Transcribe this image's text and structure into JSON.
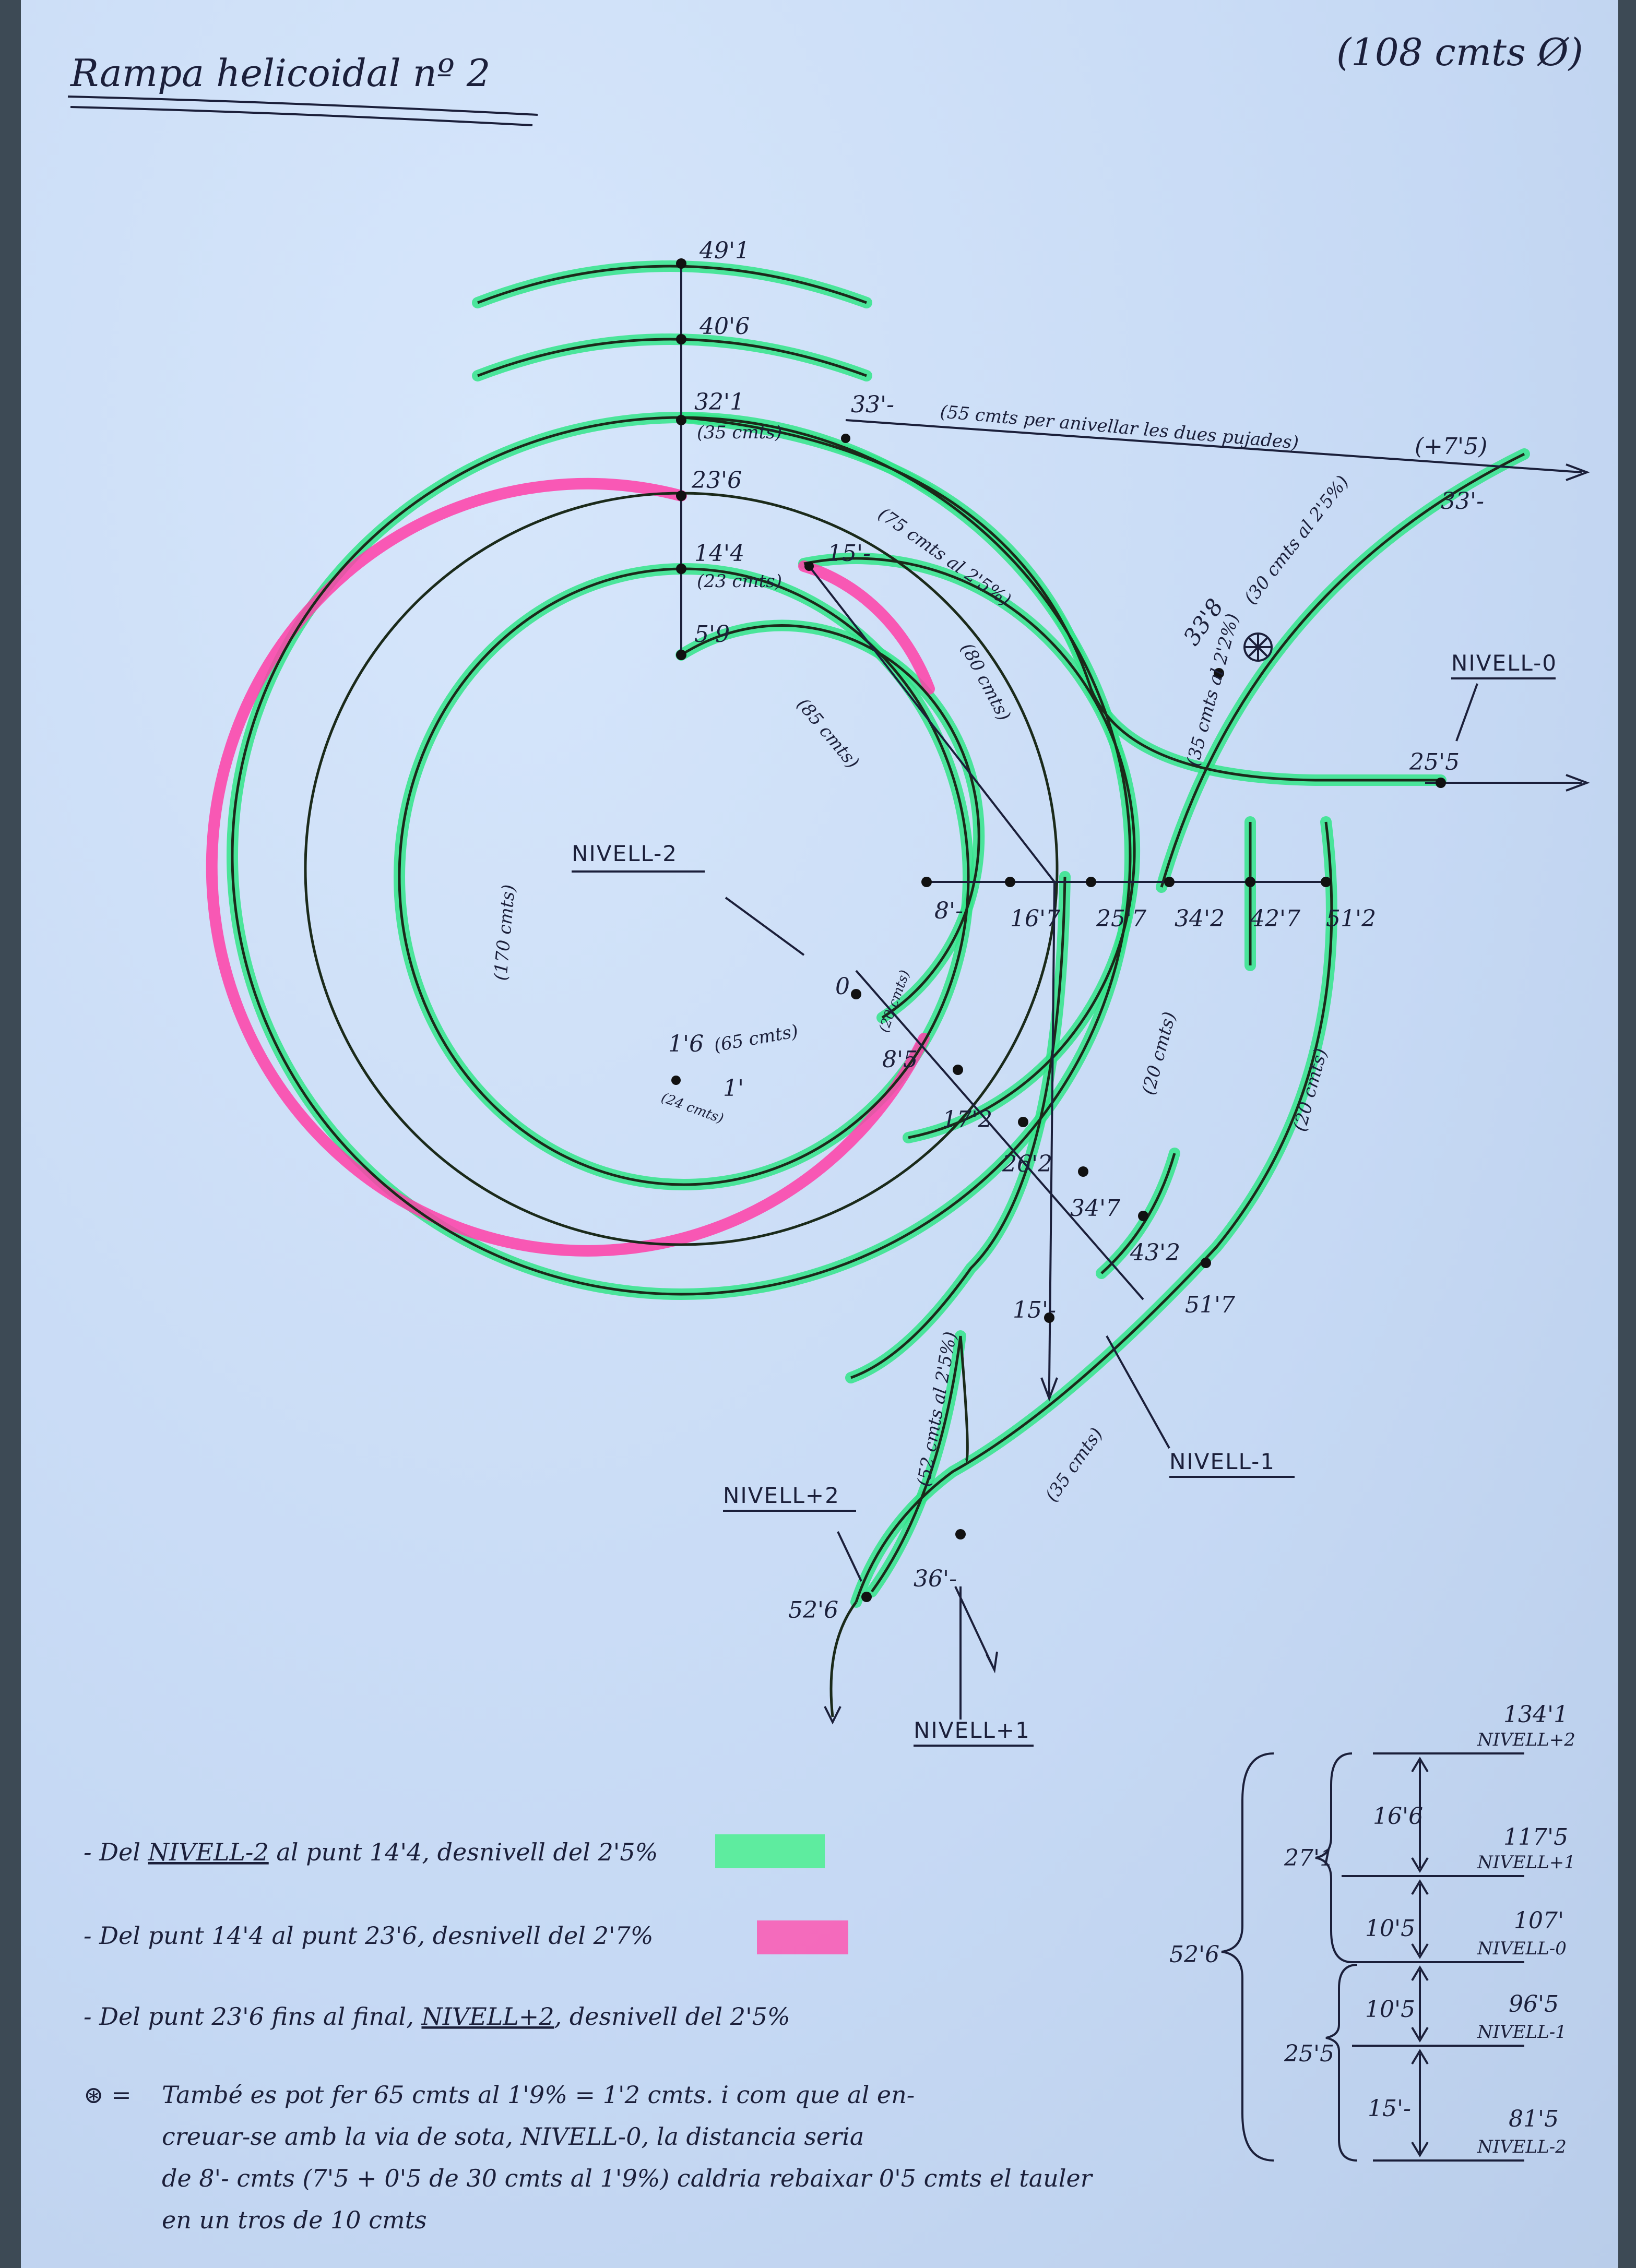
{
  "title": "Rampa helicoidal nº 2",
  "diameter_note": "(108 cmts Ø)",
  "heights": {
    "h49_1": "49'1",
    "h40_6": "40'6",
    "h32_1": "32'1",
    "h23_6": "23'6",
    "h14_4": "14'4",
    "h5_9": "5'9",
    "h15": "15'-",
    "h33a": "33'-",
    "h33b": "33'-",
    "h7_5": "(+7'5)",
    "h33_8": "33'8",
    "h25_5": "25'5",
    "h8": "8'-",
    "h16_7": "16'7",
    "h25_7": "25'7",
    "h34_2": "34'2",
    "h42_7": "42'7",
    "h51_2": "51'2",
    "h0": "0",
    "h1_6": "1'6",
    "h1": "1'",
    "h8_5": "8'5",
    "h17_2": "17'2",
    "h26_2": "26'2",
    "h34_7": "34'7",
    "h43_2": "43'2",
    "h51_7": "51'7",
    "h15b": "15'-",
    "h36": "36'-",
    "h52_6": "52'6"
  },
  "annotations": {
    "a35": "(35 cmts)",
    "a23": "(23 cmts)",
    "a55": "(55 cmts per anivellar les dues pujades)",
    "a75": "(75 cmts al 2'5%)",
    "a80": "(80 cmts)",
    "a30": "(30 cmts al 2'5%)",
    "a35b": "(35 cmts al 2'2%)",
    "a85": "(85 cmts)",
    "a170": "(170 cmts)",
    "a65": "(65 cmts)",
    "a20a": "(20 cmts)",
    "a24": "(24 cmts)",
    "a20b": "(20 cmts)",
    "a20c": "(20 cmts)",
    "a52": "(52 cmts al 2'5%)",
    "a35c": "(35 cmts)"
  },
  "levels": {
    "n_minus2": "NIVELL-2",
    "n0": "NIVELL-0",
    "n_minus1": "NIVELL-1",
    "n_plus2": "NIVELL+2",
    "n_plus1": "NIVELL+1"
  },
  "notes": [
    {
      "pre": "- Del ",
      "level": "NIVELL-2",
      "mid": " al punt 14'4, desnivell del ",
      "pct": "2'5%",
      "post": ""
    },
    {
      "pre": "- Del punt 14'4 al punt 23'6, desnivell del ",
      "level": "",
      "mid": "",
      "pct": "2'7%",
      "post": ""
    },
    {
      "pre": "- Del punt 23'6 fins al final, ",
      "level": "NIVELL+2",
      "mid": ", desnivell del 2'5%",
      "pct": "",
      "post": ""
    }
  ],
  "footnote": {
    "symbol": "⊛ =",
    "lines": [
      "També es pot fer 65 cmts al 1'9% = 1'2 cmts. i com que al en-",
      "creuar-se amb la via de sota, NIVELL-0, la distancia seria",
      "de 8'- cmts (7'5 + 0'5 de 30 cmts al 1'9%) caldria rebaixar 0'5 cmts el tauler",
      "en un tros de 10 cmts"
    ]
  },
  "scale": {
    "total": "52'6",
    "upper_group": "27'1",
    "lower_group": "25'5",
    "segments": [
      "16'6",
      "10'5",
      "10'5",
      "15'-"
    ],
    "levels": [
      {
        "value": "134'1",
        "name": "NIVELL+2"
      },
      {
        "value": "117'5",
        "name": "NIVELL+1"
      },
      {
        "value": "107'",
        "name": "NIVELL-0"
      },
      {
        "value": "96'5",
        "name": "NIVELL-1"
      },
      {
        "value": "81'5",
        "name": "NIVELL-2"
      }
    ]
  },
  "colors": {
    "paper": "#c9dcf6",
    "green": "#33e58a",
    "pink": "#ff3fa8",
    "ink": "#1b1f3a"
  }
}
